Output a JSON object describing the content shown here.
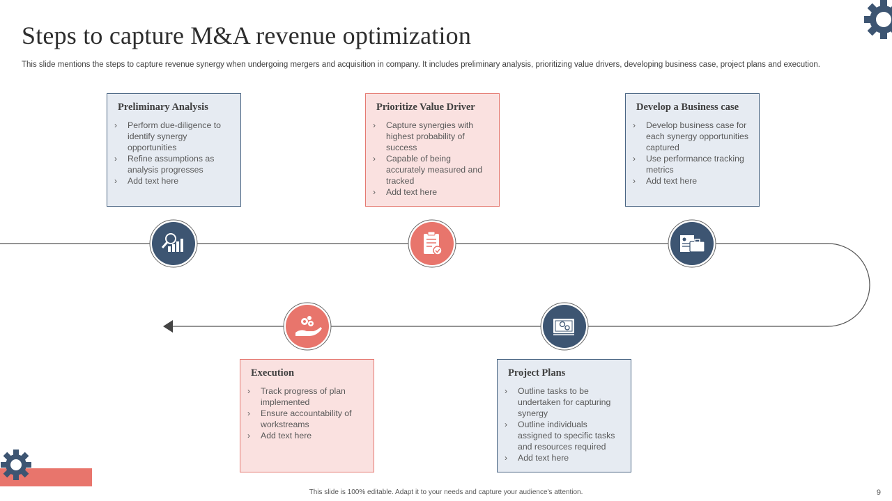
{
  "title": "Steps to capture M&A revenue optimization",
  "subtitle": "This slide mentions the steps to capture revenue synergy when undergoing mergers and acquisition in company. It includes preliminary analysis, prioritizing value drivers, developing business case, project plans and execution.",
  "steps": [
    {
      "title": "Preliminary  Analysis",
      "icon": "analytics-magnifier-icon",
      "bullets": [
        "Perform due-diligence to identify synergy opportunities",
        "Refine assumptions as analysis progresses",
        "Add text here"
      ]
    },
    {
      "title": "Prioritize  Value Driver",
      "icon": "clipboard-check-icon",
      "bullets": [
        "Capture synergies with highest probability of success",
        "Capable of being accurately measured and tracked",
        "Add text here"
      ]
    },
    {
      "title": "Develop a Business case",
      "icon": "briefcase-document-icon",
      "bullets": [
        "Develop business case for each synergy opportunities captured",
        "Use performance tracking metrics",
        "Add text here"
      ]
    },
    {
      "title": "Project  Plans",
      "icon": "project-plan-icon",
      "bullets": [
        "Outline tasks to be undertaken for capturing synergy",
        "Outline individuals assigned to specific tasks and resources required",
        "Add text here"
      ]
    },
    {
      "title": "Execution",
      "icon": "hand-gears-icon",
      "bullets": [
        "Track progress of plan implemented",
        "Ensure accountability of workstreams",
        "Add text here"
      ]
    }
  ],
  "footer": "This slide is 100% editable. Adapt it to your needs and capture your audience's attention.",
  "page_number": "9",
  "colors": {
    "navy": "#3d5572",
    "coral": "#e8756c",
    "blue_fill": "#e6ebf2",
    "pink_fill": "#fae1e0"
  }
}
